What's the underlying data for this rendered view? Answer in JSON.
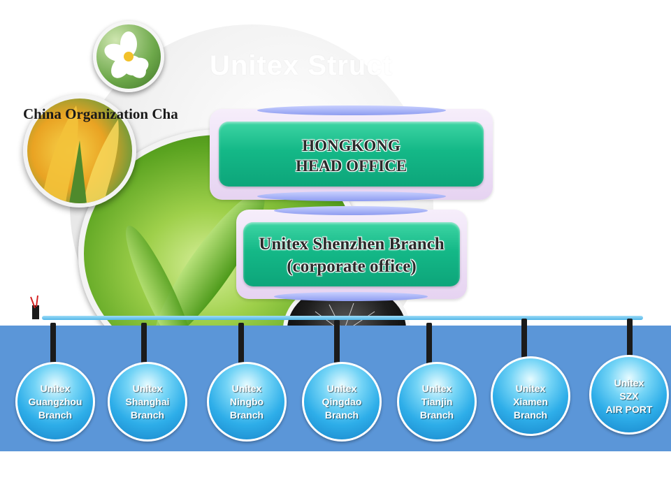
{
  "slide": {
    "title": "Unitex Struct",
    "subtitle": "China Organization Cha"
  },
  "chart": {
    "head_office": {
      "line1": "HONGKONG",
      "line2": "HEAD OFFICE"
    },
    "corporate_office": {
      "line1": "Unitex Shenzhen Branch",
      "line2": "(corporate office)"
    },
    "branches": [
      {
        "lines": [
          "Unitex",
          "Guangzhou",
          "Branch"
        ]
      },
      {
        "lines": [
          "Unitex",
          "Shanghai",
          "Branch"
        ]
      },
      {
        "lines": [
          "Unitex",
          "Ningbo",
          "Branch"
        ]
      },
      {
        "lines": [
          "Unitex",
          "Qingdao",
          "Branch"
        ]
      },
      {
        "lines": [
          "Unitex",
          "Tianjin",
          "Branch"
        ]
      },
      {
        "lines": [
          "Unitex",
          "Xiamen",
          "Branch"
        ]
      },
      {
        "lines": [
          "Unitex",
          "SZX",
          "AIR PORT"
        ]
      }
    ]
  },
  "colors": {
    "band": "#5b96d8",
    "office_box": "#14b887",
    "branch_bubble": "#2eaee9"
  }
}
